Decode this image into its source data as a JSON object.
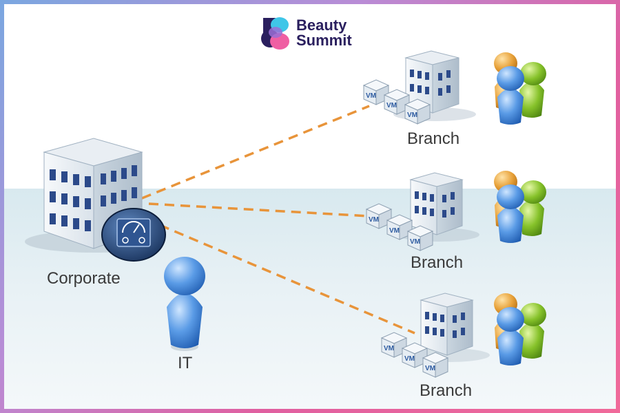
{
  "logo": {
    "line1": "Beauty",
    "line2": "Summit"
  },
  "nodes": {
    "corporate": {
      "label": "Corporate"
    },
    "it": {
      "label": "IT"
    },
    "branches": [
      {
        "label": "Branch",
        "vm_labels": [
          "VM",
          "VM",
          "VM"
        ]
      },
      {
        "label": "Branch",
        "vm_labels": [
          "VM",
          "VM",
          "VM"
        ]
      },
      {
        "label": "Branch",
        "vm_labels": [
          "VM",
          "VM",
          "VM"
        ]
      }
    ]
  },
  "colors": {
    "link": "#e8943a",
    "building": "#f0f4f8",
    "window": "#2c4a8a",
    "meter": "#1f3f6e",
    "person_blue": "#3b7bd6",
    "person_orange": "#e09a2a",
    "person_green": "#7ab51d"
  },
  "icons": [
    "building-icon",
    "dashboard-meter-icon",
    "vm-box-icon",
    "person-icon",
    "people-group-icon",
    "logo-mark-icon"
  ]
}
